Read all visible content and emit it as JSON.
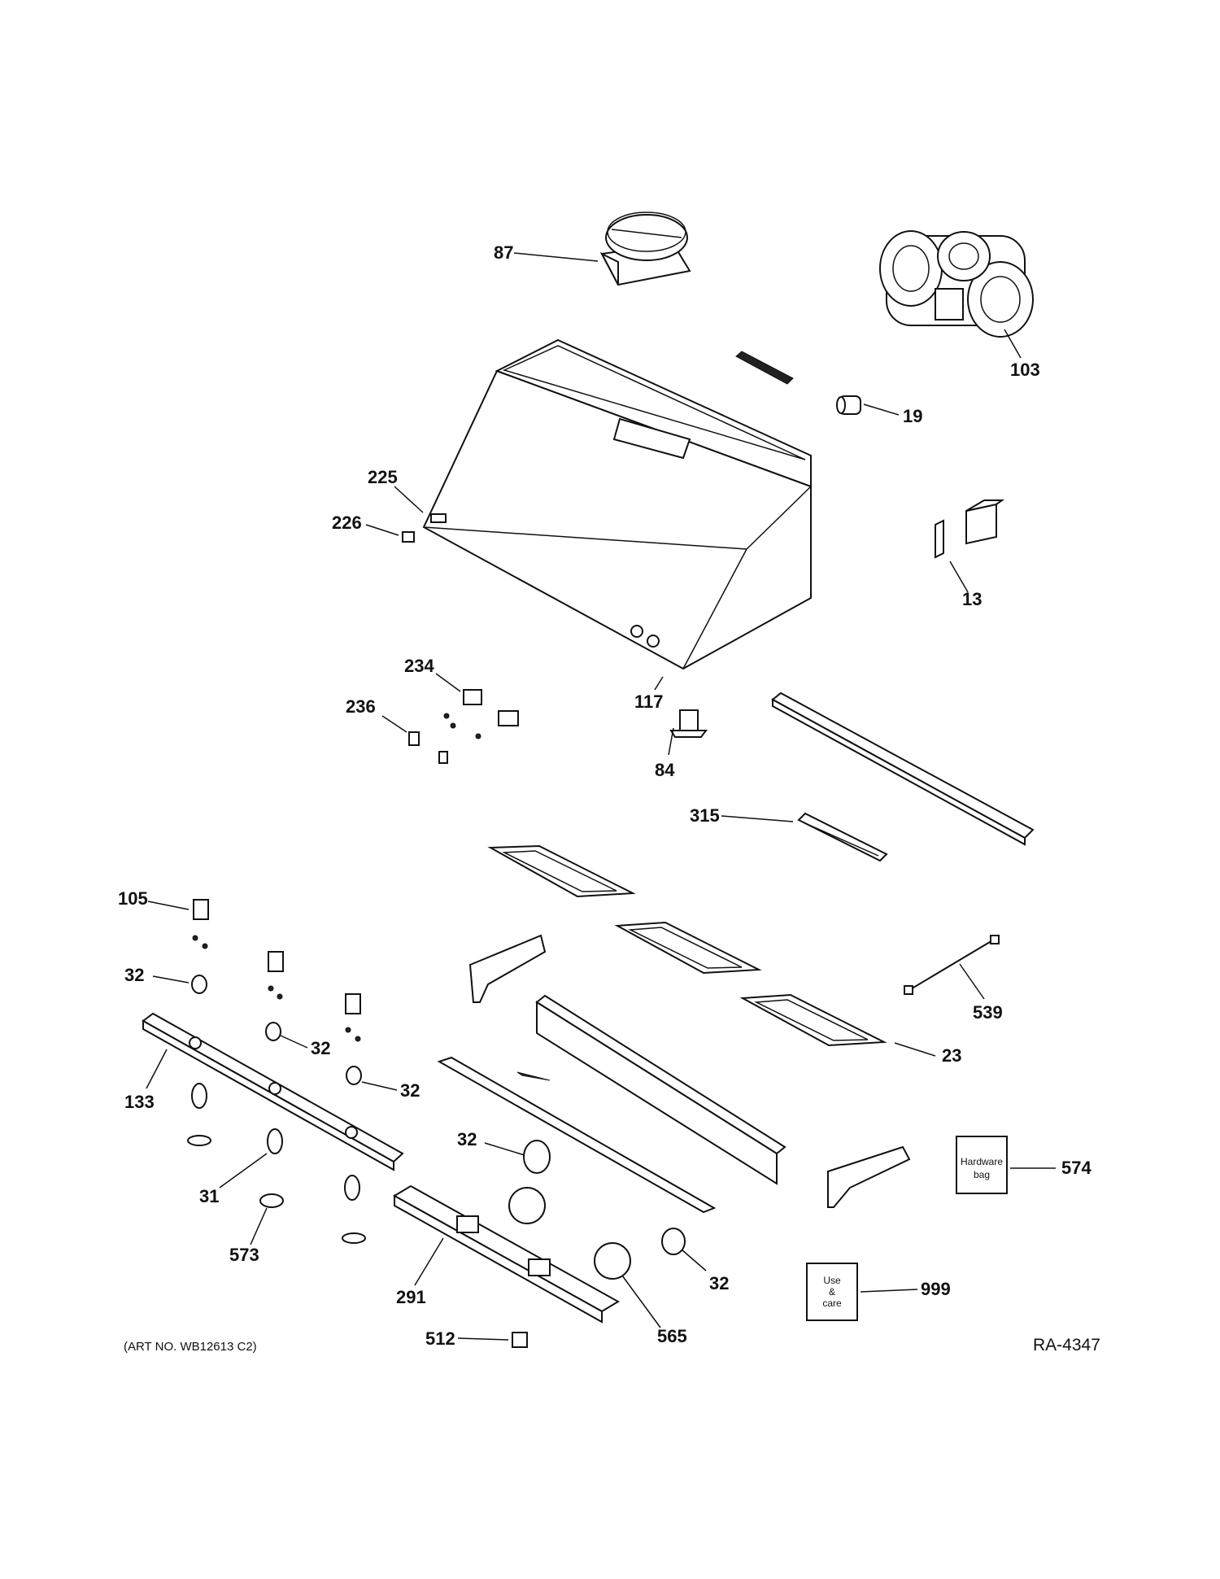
{
  "colors": {
    "line": "#111111",
    "background": "#ffffff"
  },
  "callouts": {
    "c87": "87",
    "c103": "103",
    "c19": "19",
    "c225": "225",
    "c226": "226",
    "c13": "13",
    "c234": "234",
    "c117": "117",
    "c236": "236",
    "c84": "84",
    "c315": "315",
    "c105": "105",
    "c32a": "32",
    "c32b": "32",
    "c32c": "32",
    "c539": "539",
    "c23": "23",
    "c133": "133",
    "c32d": "32",
    "c574": "574",
    "c31": "31",
    "c573": "573",
    "c291": "291",
    "c32e": "32",
    "c999": "999",
    "c565": "565",
    "c512": "512"
  },
  "boxes": {
    "hardware_bag": [
      "Hardware",
      "bag"
    ],
    "use_care": [
      "Use",
      "&",
      "care"
    ]
  },
  "footer": {
    "art_no": "(ART NO. WB12613 C2)",
    "ref": "RA-4347"
  }
}
